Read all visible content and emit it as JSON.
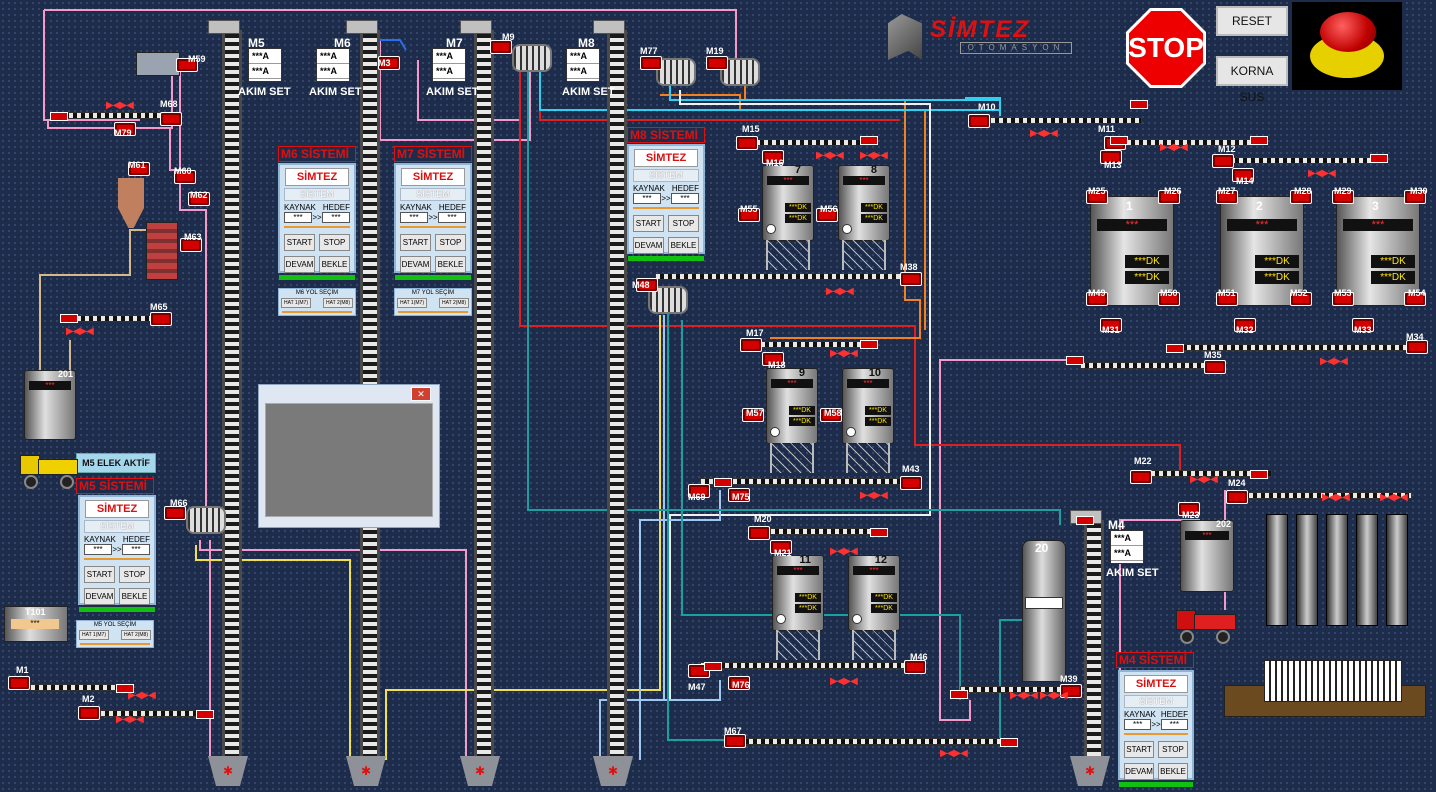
{
  "header": {
    "brand": "SİMTEZ",
    "brand_sub": "OTOMASYON",
    "stop_label": "STOP",
    "reset_label": "RESET",
    "korna_label": "KORNA SUS"
  },
  "colors": {
    "background": "#1d2c4a",
    "motor": "#d40000",
    "status_green": "#11c011",
    "pipe_pink": "#f59ac8",
    "pipe_red": "#e02020",
    "pipe_yellow": "#f0e050",
    "pipe_teal": "#1aa0a0",
    "pipe_cyan": "#30d0f0",
    "pipe_orange": "#f08020",
    "pipe_white": "#f0f0f0",
    "pipe_lightblue": "#a0c8f0"
  },
  "akim": {
    "value": "***A",
    "set_label": "AKIM SET",
    "m5_label": "M5",
    "m6_label": "M6",
    "m7_label": "M7",
    "m8_label": "M8",
    "m4_label": "M4"
  },
  "panels": {
    "logo": "SİMTEZ",
    "sistem": "SİSTEM",
    "kaynak": "KAYNAK",
    "hedef": "HEDEF",
    "src_val": "***",
    "arrows": ">>",
    "dst_val": "***",
    "start": "START",
    "stop": "STOP",
    "devam": "DEVAM",
    "bekle": "BEKLE"
  },
  "systems": {
    "m5": "M5 SİSTEMİ",
    "m6": "M6 SİSTEMİ",
    "m7": "M7 SİSTEMİ",
    "m8": "M8 SİSTEMİ",
    "m4": "M4 SİSTEMİ"
  },
  "yol": {
    "m5": "M5 YOL SEÇİM",
    "m6": "M6 YOL SEÇİM",
    "m7": "M7 YOL SEÇİM",
    "hat1": "HAT 1(M7)",
    "hat2": "HAT 2(M8)"
  },
  "elek_aktif": "M5 ELEK AKTİF",
  "t101": {
    "label": "T101",
    "value": "***"
  },
  "silos_small": [
    {
      "num": "7",
      "dk1": "***DK",
      "dk2": "***DK",
      "disp": "***"
    },
    {
      "num": "8",
      "dk1": "***DK",
      "dk2": "***DK",
      "disp": "***"
    },
    {
      "num": "9",
      "dk1": "***DK",
      "dk2": "***DK",
      "disp": "***"
    },
    {
      "num": "10",
      "dk1": "***DK",
      "dk2": "***DK",
      "disp": "***"
    },
    {
      "num": "11",
      "dk1": "***DK",
      "dk2": "***DK",
      "disp": "***"
    },
    {
      "num": "12",
      "dk1": "***DK",
      "dk2": "***DK",
      "disp": "***"
    }
  ],
  "silos_big": [
    {
      "num": "1",
      "disp": "***",
      "dk1": "***DK",
      "dk2": "***DK"
    },
    {
      "num": "2",
      "disp": "***",
      "dk1": "***DK",
      "dk2": "***DK"
    },
    {
      "num": "3",
      "disp": "***",
      "dk1": "***DK",
      "dk2": "***DK"
    }
  ],
  "tank201": {
    "num": "201",
    "disp": "***"
  },
  "tank202": {
    "num": "202",
    "disp": "***"
  },
  "tank20": {
    "num": "20"
  },
  "motors": {
    "M1": "M1",
    "M2": "M2",
    "M3": "M3",
    "M9": "M9",
    "M10": "M10",
    "M11": "M11",
    "M12": "M12",
    "M13": "M13",
    "M14": "M14",
    "M15": "M15",
    "M16": "M16",
    "M17": "M17",
    "M18": "M18",
    "M19": "M19",
    "M20": "M20",
    "M21": "M21",
    "M22": "M22",
    "M23": "M23",
    "M24": "M24",
    "M25": "M25",
    "M26": "M26",
    "M27": "M27",
    "M28": "M28",
    "M29": "M29",
    "M30": "M30",
    "M31": "M31",
    "M32": "M32",
    "M33": "M33",
    "M34": "M34",
    "M35": "M35",
    "M38": "M38",
    "M39": "M39",
    "M43": "M43",
    "M46": "M46",
    "M47": "M47",
    "M48": "M48",
    "M49": "M49",
    "M50": "M50",
    "M51": "M51",
    "M52": "M52",
    "M53": "M53",
    "M54": "M54",
    "M55": "M55",
    "M56": "M56",
    "M57": "M57",
    "M58": "M58",
    "M59": "M59",
    "M60": "M60",
    "M61": "M61",
    "M62": "M62",
    "M63": "M63",
    "M65": "M65",
    "M66": "M66",
    "M67": "M67",
    "M68": "M68",
    "M69": "M69",
    "M75": "M75",
    "M76": "M76",
    "M77": "M77",
    "M79": "M79"
  }
}
